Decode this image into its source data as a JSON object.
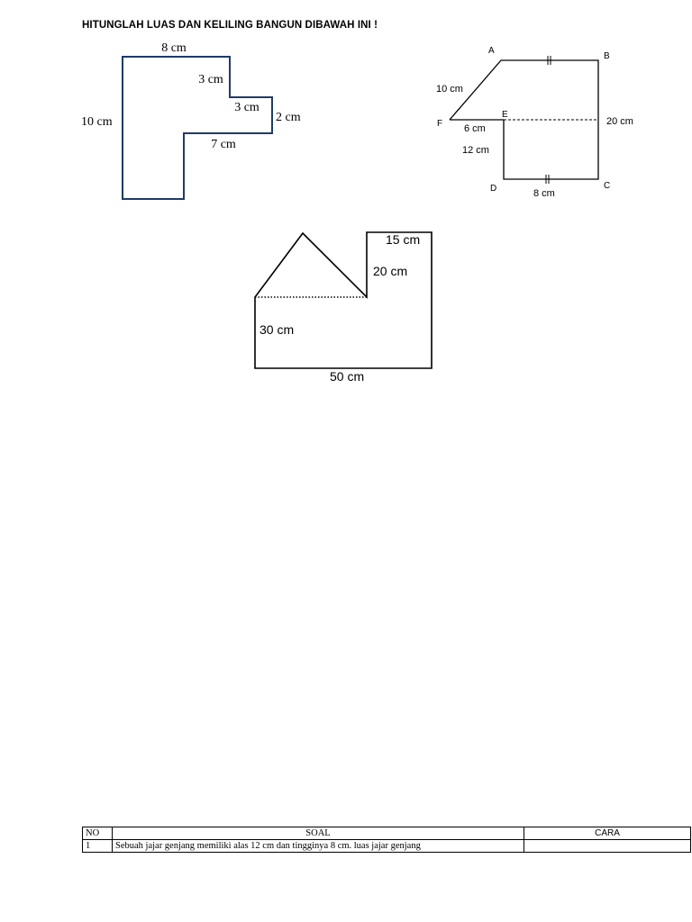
{
  "title": "HITUNGLAH LUAS DAN KELILING BANGUN DIBAWAH INI !",
  "figure1": {
    "labels": {
      "top": "8 cm",
      "inner_vertical": "3 cm",
      "inner_horizontal": "3 cm",
      "right_small": "2 cm",
      "left": "10 cm",
      "lower_horizontal": "7 cm"
    },
    "stroke_color": "#1f3a68"
  },
  "figure2": {
    "points": {
      "a": "A",
      "b": "B",
      "c": "C",
      "d": "D",
      "e": "E",
      "f": "F"
    },
    "labels": {
      "slant": "10 cm",
      "fe": "6 cm",
      "ed": "12 cm",
      "right": "20 cm",
      "bottom": "8 cm"
    }
  },
  "figure3": {
    "labels": {
      "top_width": "15 cm",
      "upper_height": "20 cm",
      "lower_height": "30 cm",
      "bottom_width": "50 cm"
    }
  },
  "table": {
    "headers": {
      "no": "NO",
      "soal": "SOAL",
      "cara": "CARA"
    },
    "rows": [
      {
        "no": "1",
        "soal": "Sebuah jajar genjang memiliki alas 12 cm dan tingginya 8 cm. luas jajar genjang",
        "cara": ""
      }
    ]
  }
}
